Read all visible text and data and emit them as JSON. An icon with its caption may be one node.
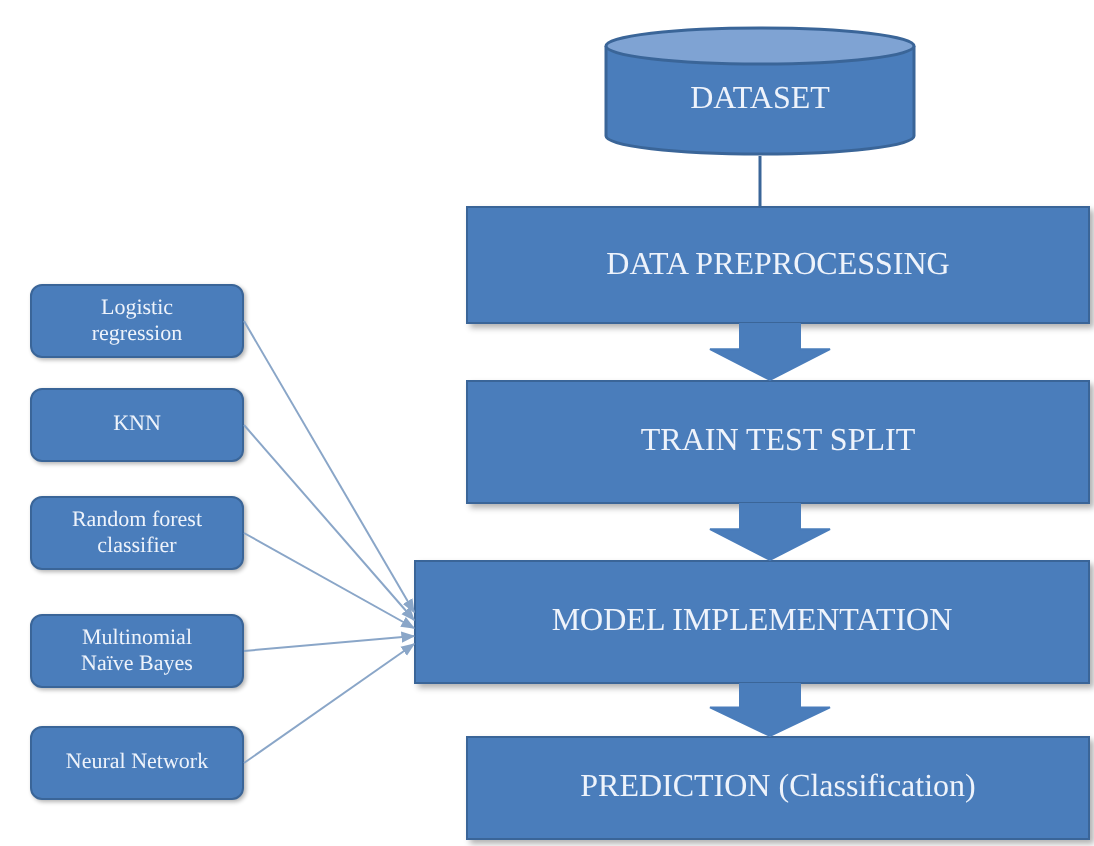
{
  "diagram": {
    "nodes": [
      {
        "text": [
          "DATASET"
        ]
      },
      {
        "text": [
          "DATA PREPROCESSING"
        ]
      },
      {
        "text": [
          "TRAIN TEST SPLIT"
        ]
      },
      {
        "text": [
          "MODEL IMPLEMENTATION"
        ]
      },
      {
        "text": [
          "PREDICTION (Classification)"
        ]
      },
      {
        "text": [
          "Logistic regression"
        ]
      },
      {
        "text": [
          "KNN"
        ]
      },
      {
        "text": [
          "Random forest classifier"
        ]
      },
      {
        "text": [
          "Multinomial Naïve Bayes"
        ]
      },
      {
        "text": [
          "Neural Network"
        ]
      }
    ],
    "edges": [
      {
        "from": 0,
        "to": 1,
        "arrow": "none",
        "color": "#3a6598"
      },
      {
        "from": 1,
        "to": 2,
        "arrow": "to",
        "style": "thick",
        "color": "#4a7dbb"
      },
      {
        "from": 2,
        "to": 3,
        "arrow": "to",
        "style": "thick",
        "color": "#4a7dbb"
      },
      {
        "from": 3,
        "to": 4,
        "arrow": "to",
        "style": "thick",
        "color": "#4a7dbb"
      },
      {
        "from": 5,
        "to": 3,
        "arrow": "to"
      },
      {
        "from": 6,
        "to": 3,
        "arrow": "to"
      },
      {
        "from": 7,
        "to": 3,
        "arrow": "to"
      },
      {
        "from": 8,
        "to": 3,
        "arrow": "to"
      },
      {
        "from": 9,
        "to": 3,
        "arrow": "to"
      }
    ]
  }
}
